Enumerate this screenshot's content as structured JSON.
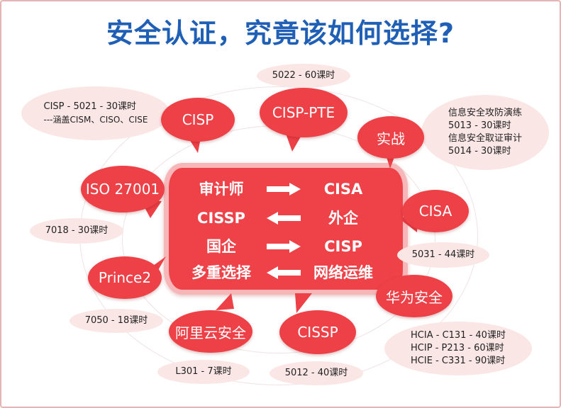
{
  "title": "安全认证，究竟该如何选择?",
  "colors": {
    "title": "#1f5fb5",
    "bubble": "#ed4047",
    "note_bg": "#fbe6e6",
    "panel_border": "#f7b6b8"
  },
  "center": {
    "rows": [
      {
        "left": "审计师",
        "direction": "right",
        "right": "CISA"
      },
      {
        "left": "CISSP",
        "direction": "left",
        "right": "外企"
      },
      {
        "left": "国企",
        "direction": "right",
        "right": "CISP"
      },
      {
        "left": "多重选择",
        "direction": "left",
        "right": "网络运维"
      }
    ]
  },
  "certs": [
    {
      "label": "CISP",
      "notes": [
        "CISP - 5021 - 30课时",
        "---涵盖CISM、CISO、CISE"
      ]
    },
    {
      "label": "CISP-PTE",
      "notes": [
        "5022 - 60课时"
      ]
    },
    {
      "label": "实战",
      "notes": [
        "信息安全攻防演练",
        "5013 - 30课时",
        "信息安全取证审计",
        "5014 - 30课时"
      ]
    },
    {
      "label": "ISO 27001",
      "notes": [
        "7018 - 30课时"
      ]
    },
    {
      "label": "CISA",
      "notes": [
        "5031 - 44课时"
      ]
    },
    {
      "label": "Prince2",
      "notes": [
        "7050 - 18课时"
      ]
    },
    {
      "label": "华为安全",
      "notes": [
        "HCIA - C131 - 40课时",
        "HCIP - P213 - 60课时",
        "HCIE - C331 - 90课时"
      ]
    },
    {
      "label": "阿里云安全",
      "notes": [
        "L301 - 7课时"
      ]
    },
    {
      "label": "CISSP",
      "notes": [
        "5012 - 40课时"
      ]
    }
  ]
}
